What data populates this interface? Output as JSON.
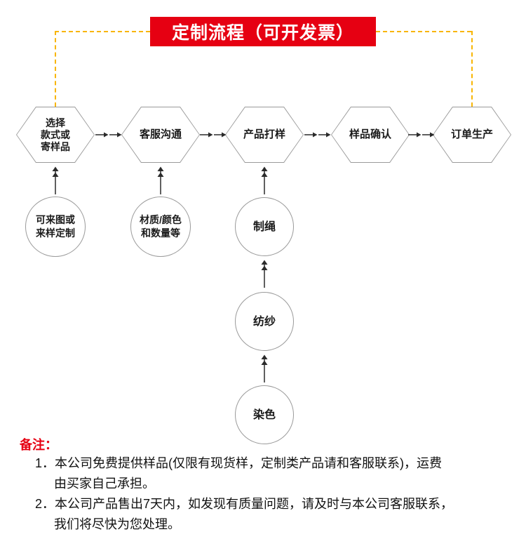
{
  "title": {
    "text": "定制流程（可开发票）"
  },
  "flow": {
    "hexagons": [
      {
        "lines": [
          "选择",
          "款式或",
          "寄样品"
        ]
      },
      {
        "lines": [
          "客服沟通"
        ]
      },
      {
        "lines": [
          "产品打样"
        ]
      },
      {
        "lines": [
          "样品确认"
        ]
      },
      {
        "lines": [
          "订单生产"
        ]
      }
    ],
    "circles": [
      {
        "lines": [
          "可来图或",
          "来样定制"
        ]
      },
      {
        "lines": [
          "材质/颜色",
          "和数量等"
        ]
      },
      {
        "lines": [
          "制绳"
        ]
      },
      {
        "lines": [
          "纺纱"
        ]
      },
      {
        "lines": [
          "染色"
        ]
      }
    ]
  },
  "remarks": {
    "label": "备注：",
    "items": [
      {
        "lines": [
          "1．本公司免费提供样品(仅限有现货样，定制类产品请和客服联系)，运费",
          "由买家自己承担。"
        ]
      },
      {
        "lines": [
          "2．本公司产品售出7天内，如发现有质量问题，请及时与本公司客服联系，",
          "我们将尽快为您处理。"
        ]
      }
    ]
  },
  "colors": {
    "banner_red": "#e60012",
    "dashed_orange": "#f8b500",
    "node_stroke_gray": "#9a9a9a",
    "text_black": "#1a1a1a",
    "remark_red": "#e60012"
  }
}
